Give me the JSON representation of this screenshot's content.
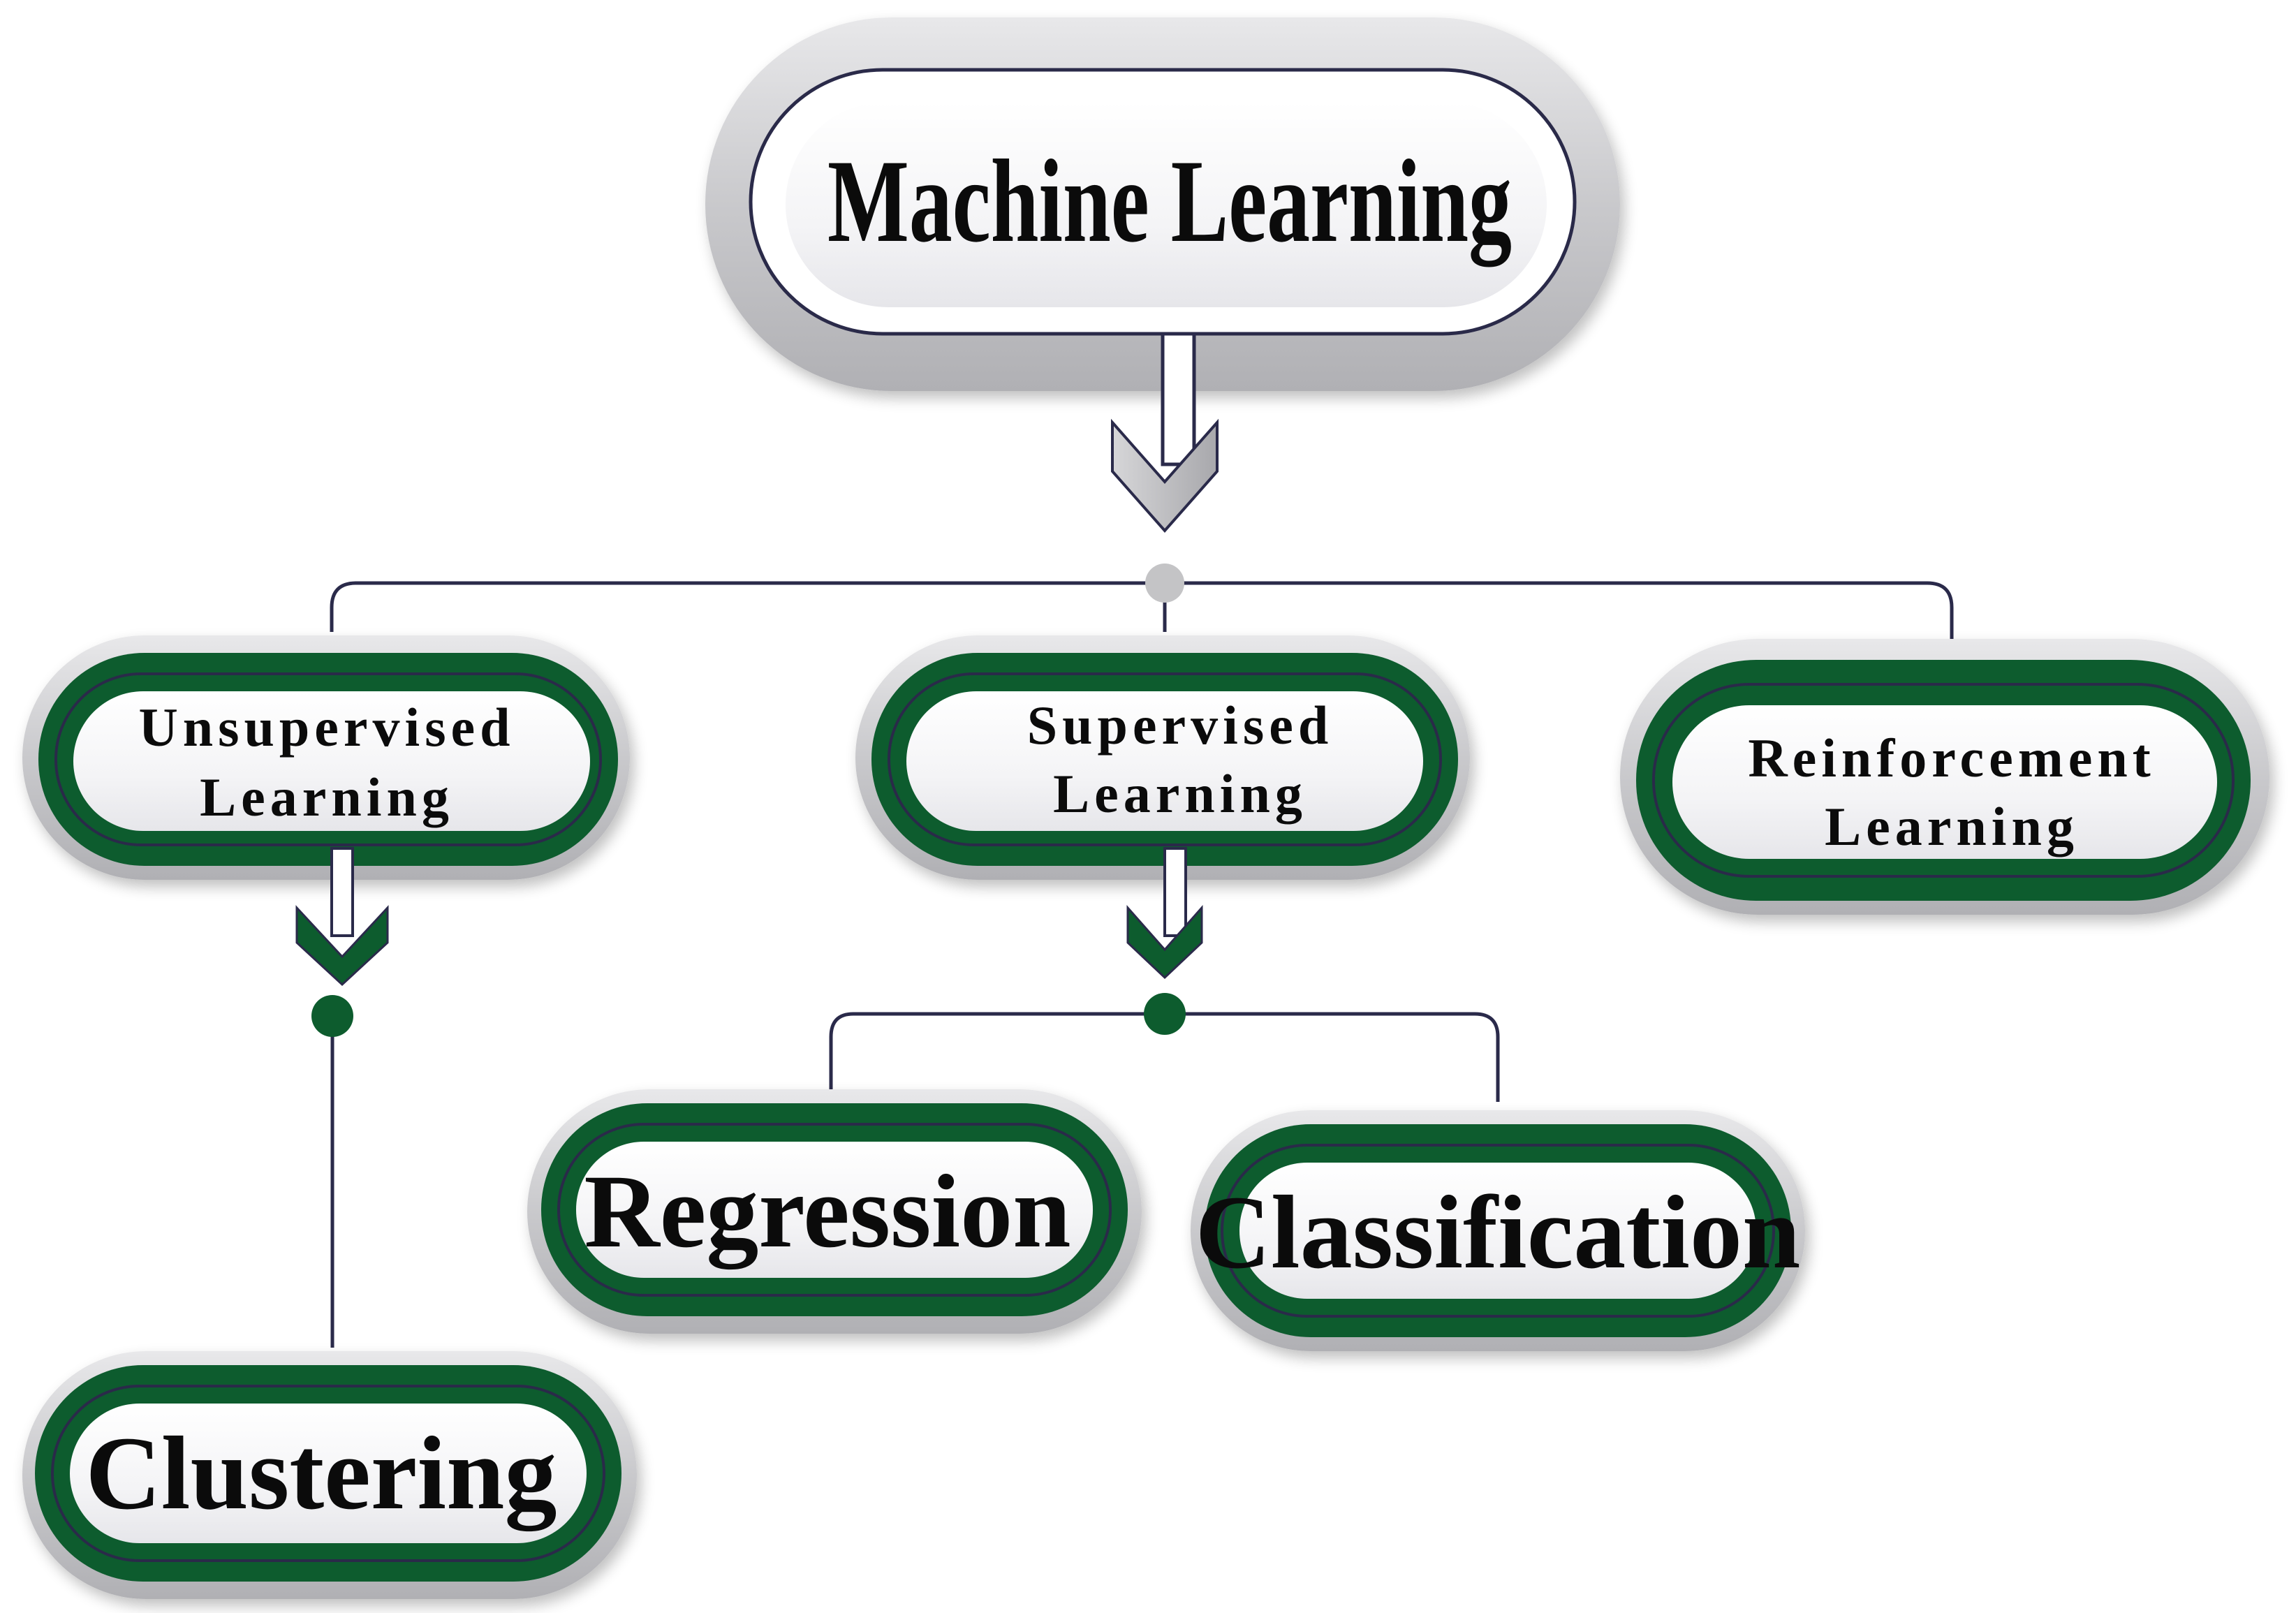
{
  "root": {
    "label": "Machine Learning"
  },
  "categories": [
    {
      "id": "unsupervised",
      "lines": [
        "Unsupervised",
        "Learning"
      ]
    },
    {
      "id": "supervised",
      "lines": [
        "Supervised",
        "Learning"
      ]
    },
    {
      "id": "reinforcement",
      "lines": [
        "Reinforcement",
        "Learning"
      ]
    }
  ],
  "subcategories": {
    "clustering": "Clustering",
    "regression": "Regression",
    "classification": "Classification"
  },
  "colors": {
    "green": "#0d5c2e",
    "gray": "#c4c4c6",
    "line": "#2a2a4a"
  }
}
